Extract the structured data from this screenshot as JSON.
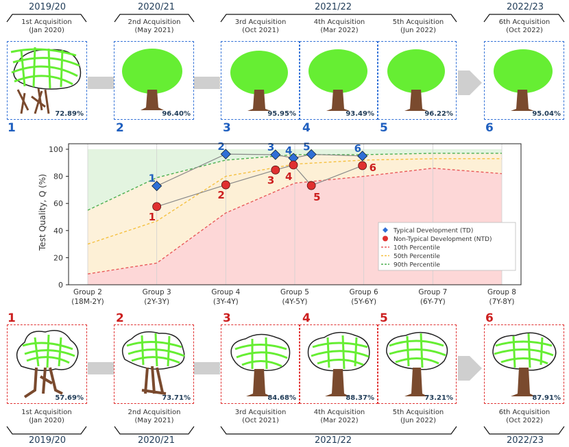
{
  "top": {
    "years": [
      "2019/20",
      "2020/21",
      "2021/22",
      "2022/23"
    ],
    "acquisitions": [
      {
        "n": "1",
        "label": "1st Acquisition",
        "date": "(Jan 2020)",
        "pct": "72.89%"
      },
      {
        "n": "2",
        "label": "2nd Acquisition",
        "date": "(May 2021)",
        "pct": "96.40%"
      },
      {
        "n": "3",
        "label": "3rd Acquisition",
        "date": "(Oct 2021)",
        "pct": "95.95%"
      },
      {
        "n": "4",
        "label": "4th Acquisition",
        "date": "(Mar 2022)",
        "pct": "93.49%"
      },
      {
        "n": "5",
        "label": "5th Acquisition",
        "date": "(Jun 2022)",
        "pct": "96.22%"
      },
      {
        "n": "6",
        "label": "6th Acquisition",
        "date": "(Oct 2022)",
        "pct": "95.04%"
      }
    ]
  },
  "bottom": {
    "years": [
      "2019/20",
      "2020/21",
      "2021/22",
      "2022/23"
    ],
    "acquisitions": [
      {
        "n": "1",
        "label": "1st Acquisition",
        "date": "(Jan 2020)",
        "pct": "57.69%"
      },
      {
        "n": "2",
        "label": "2nd Acquisition",
        "date": "(May 2021)",
        "pct": "73.71%"
      },
      {
        "n": "3",
        "label": "3rd Acquisition",
        "date": "(Oct 2021)",
        "pct": "84.68%"
      },
      {
        "n": "4",
        "label": "4th Acquisition",
        "date": "(Mar 2022)",
        "pct": "88.37%"
      },
      {
        "n": "5",
        "label": "5th Acquisition",
        "date": "(Jun 2022)",
        "pct": "73.21%"
      },
      {
        "n": "6",
        "label": "6th Acquisition",
        "date": "(Oct 2022)",
        "pct": "87.91%"
      }
    ]
  },
  "colors": {
    "td": "#2f6fd6",
    "ntd": "#e03030",
    "p10": "#e85a5a",
    "p50": "#f5c040",
    "p90": "#4caf50"
  },
  "chart_data": {
    "type": "line",
    "ylabel": "Test Quality, Q (%)",
    "xlabel": "",
    "ylim": [
      0,
      100
    ],
    "yticks": [
      0,
      20,
      40,
      60,
      80,
      100
    ],
    "grid": true,
    "legend_position": "right",
    "categories": [
      "Group 2",
      "Group 3",
      "Group 4",
      "Group 5",
      "Group 6",
      "Group 7",
      "Group 8"
    ],
    "category_sublabels": [
      "(18M-2Y)",
      "(2Y-3Y)",
      "(3Y-4Y)",
      "(4Y-5Y)",
      "(5Y-6Y)",
      "(6Y-7Y)",
      "(7Y-8Y)"
    ],
    "percentiles": [
      {
        "name": "10th Percentile",
        "values": [
          8,
          16,
          53,
          75,
          80,
          86,
          82
        ]
      },
      {
        "name": "50th Percentile",
        "values": [
          30,
          47,
          80,
          89,
          92,
          93,
          93
        ]
      },
      {
        "name": "90th Percentile",
        "values": [
          55,
          79,
          92,
          96,
          96,
          97,
          97
        ]
      }
    ],
    "series": [
      {
        "name": "Typical Development (TD)",
        "marker": "diamond",
        "x": [
          3.0,
          4.0,
          4.72,
          4.98,
          5.24,
          5.98
        ],
        "y": [
          72.89,
          96.4,
          95.95,
          93.49,
          96.22,
          95.04
        ],
        "labels": [
          "1",
          "2",
          "3",
          "4",
          "5",
          "6"
        ]
      },
      {
        "name": "Non-Typical Development (NTD)",
        "marker": "circle",
        "x": [
          3.0,
          4.0,
          4.72,
          4.98,
          5.24,
          5.98
        ],
        "y": [
          57.69,
          73.71,
          84.68,
          88.37,
          73.21,
          87.91
        ],
        "labels": [
          "1",
          "2",
          "3",
          "4",
          "5",
          "6"
        ]
      }
    ]
  }
}
